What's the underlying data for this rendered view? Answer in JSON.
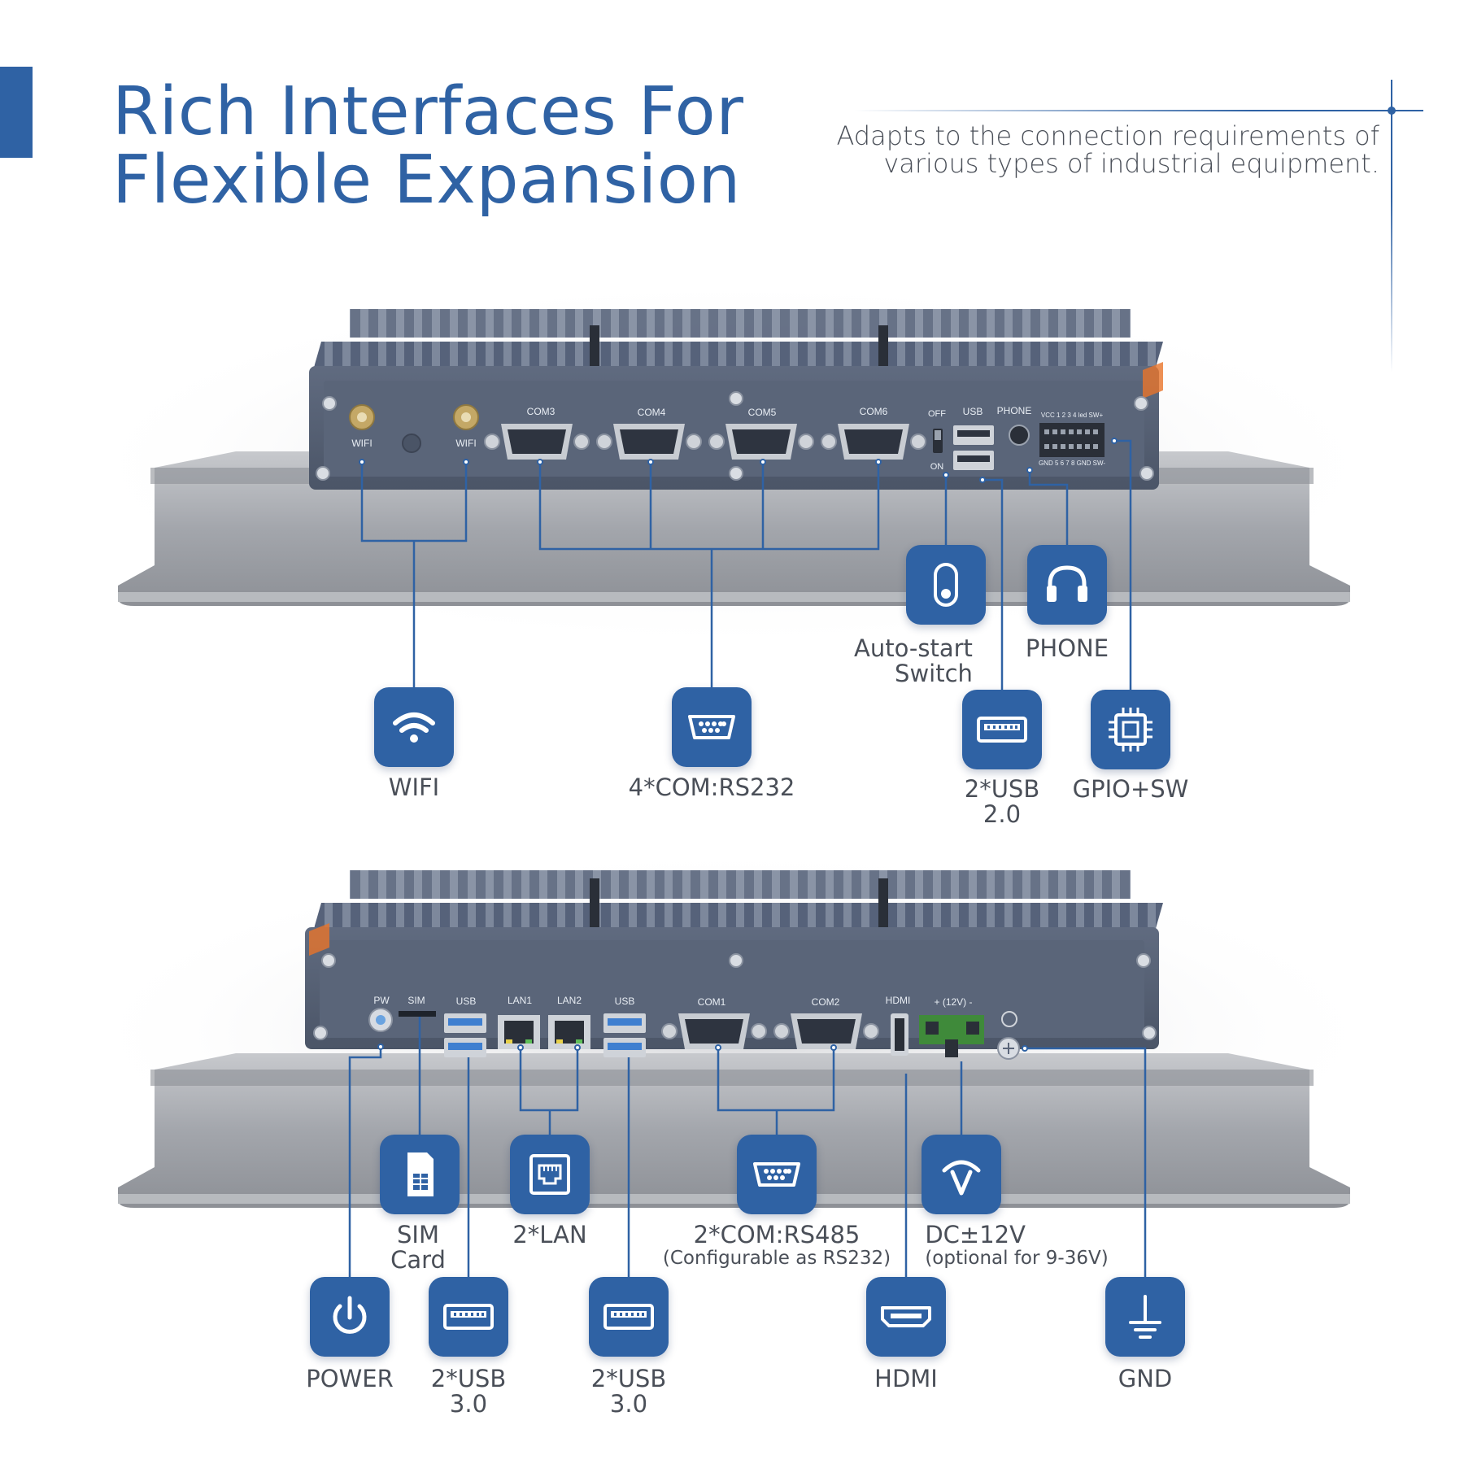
{
  "header": {
    "title_line1": "Rich Interfaces For",
    "title_line2": "Flexible Expansion",
    "subtitle_line1": "Adapts to the connection requirements of",
    "subtitle_line2": "various types of industrial equipment."
  },
  "colors": {
    "accent": "#2f62a4",
    "label_text": "#4a4f58",
    "chassis": "#525e72",
    "tray": "#a9acb2"
  },
  "top_panel": {
    "ports": {
      "wifi1": "WIFI",
      "wifi2": "WIFI",
      "com3": "COM3",
      "com4": "COM4",
      "com5": "COM5",
      "com6": "COM6",
      "off": "OFF",
      "on": "ON",
      "usb": "USB",
      "phone": "PHONE",
      "gpio_top": "VCC 1 2 3 4 led SW+",
      "gpio_bottom": "GND 5 6 7 8 GND SW-"
    },
    "callouts": {
      "wifi": {
        "label": "WIFI",
        "icon": "wifi-icon"
      },
      "com": {
        "label": "4*COM:RS232",
        "icon": "serial-port-icon"
      },
      "autostart": {
        "line1": "Auto-start",
        "line2": "Switch",
        "icon": "toggle-switch-icon"
      },
      "phone": {
        "label": "PHONE",
        "icon": "headphones-icon"
      },
      "usb2": {
        "line1": "2*USB",
        "line2": "2.0",
        "icon": "usb-port-icon"
      },
      "gpio": {
        "label": "GPIO+SW",
        "icon": "chip-icon"
      }
    }
  },
  "bottom_panel": {
    "ports": {
      "pw": "PW",
      "sim": "SIM",
      "usb_a": "USB",
      "lan1": "LAN1",
      "lan2": "LAN2",
      "usb_b": "USB",
      "com1": "COM1",
      "com2": "COM2",
      "hdmi": "HDMI",
      "dc": "+ (12V) -"
    },
    "callouts": {
      "sim": {
        "line1": "SIM",
        "line2": "Card",
        "icon": "sim-card-icon"
      },
      "lan": {
        "label": "2*LAN",
        "icon": "ethernet-port-icon"
      },
      "com": {
        "line1": "2*COM:RS485",
        "line2": "(Configurable as RS232)",
        "icon": "serial-port-icon"
      },
      "dc": {
        "line1": "DC±12V",
        "line2": "(optional for 9-36V)",
        "icon": "dc-power-icon"
      },
      "power": {
        "label": "POWER",
        "icon": "power-icon"
      },
      "usb3a": {
        "line1": "2*USB",
        "line2": "3.0",
        "icon": "usb-port-icon"
      },
      "usb3b": {
        "line1": "2*USB",
        "line2": "3.0",
        "icon": "usb-port-icon"
      },
      "hdmi": {
        "label": "HDMI",
        "icon": "hdmi-port-icon"
      },
      "gnd": {
        "label": "GND",
        "icon": "ground-icon"
      }
    }
  }
}
